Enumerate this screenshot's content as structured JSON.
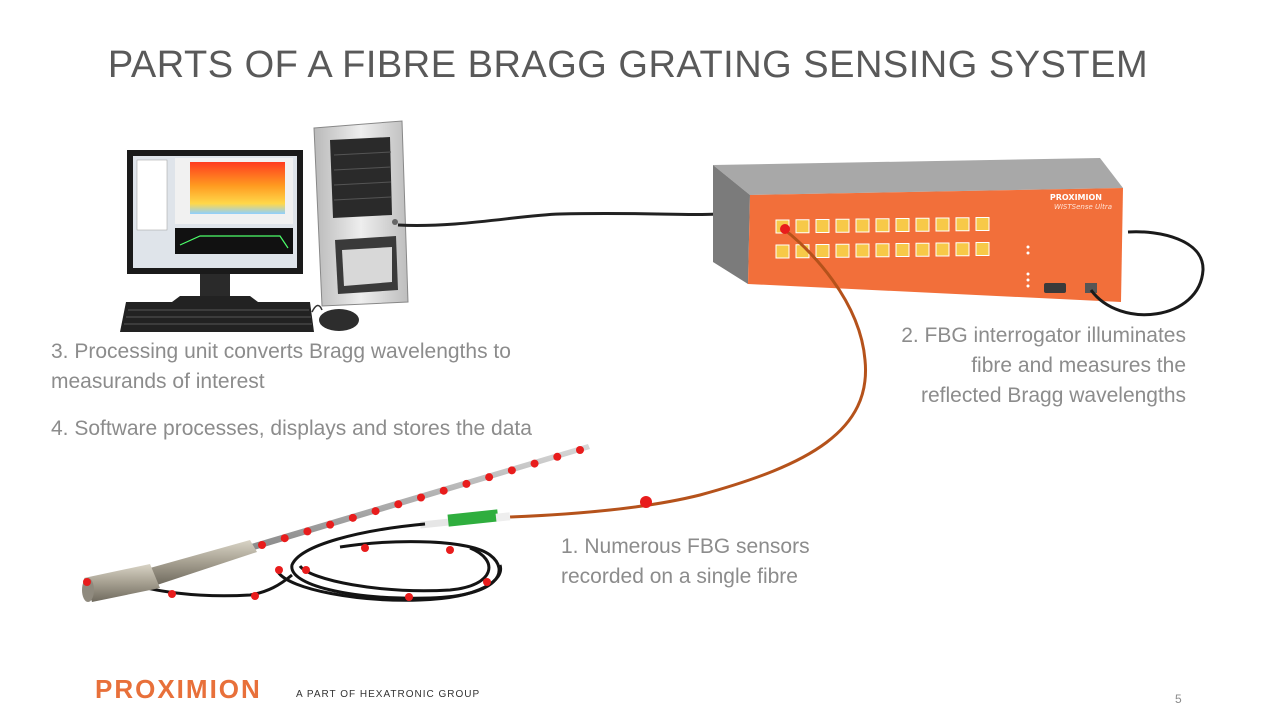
{
  "slide": {
    "title": "PARTS OF A FIBRE BRAGG GRATING SENSING SYSTEM",
    "page_number": "5"
  },
  "captions": {
    "sensors": [
      "1. Numerous FBG sensors",
      "recorded on a single fibre"
    ],
    "interrogator": [
      "2. FBG interrogator illuminates",
      "fibre and measures the",
      "reflected Bragg wavelengths"
    ],
    "processing": [
      "3. Processing unit converts Bragg wavelengths to",
      "measurands of interest"
    ],
    "software": "4. Software processes, displays and stores the data"
  },
  "device": {
    "brand": "PROXIMION",
    "model": "WISTSense Ultra"
  },
  "footer": {
    "brand": "PROXIMION",
    "tagline": "A PART OF HEXATRONIC GROUP"
  },
  "colors": {
    "device_orange": "#f26f3a",
    "fibre_brown": "#b5521b",
    "sensor_red": "#e81c1c",
    "brand_orange": "#e8703a"
  }
}
